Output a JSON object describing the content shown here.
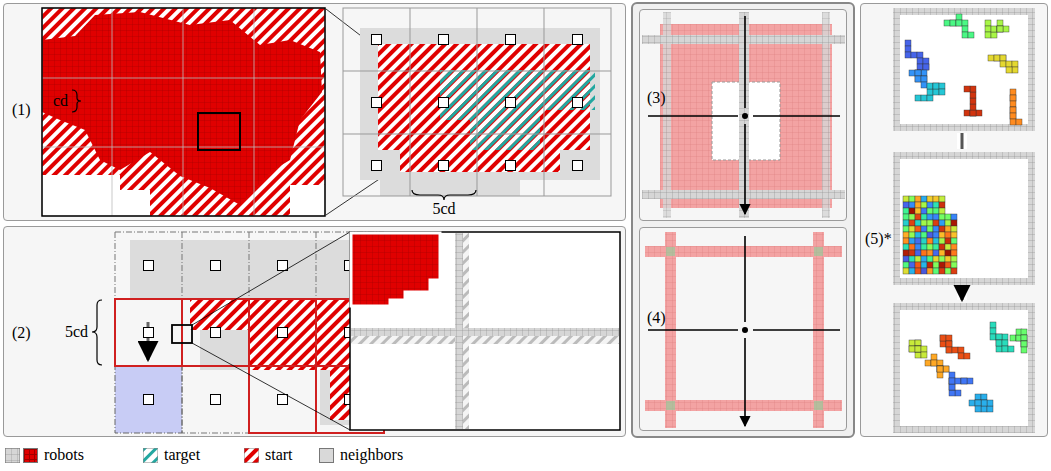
{
  "diagram": {
    "nodes": [
      {
        "text": [
          "(1)"
        ]
      },
      {
        "text": [
          "(2)"
        ]
      },
      {
        "text": [
          "(3)"
        ]
      },
      {
        "text": [
          "(4)"
        ]
      },
      {
        "text": [
          "(5)*"
        ]
      }
    ],
    "labels": [
      "cd",
      "5cd",
      "5cd"
    ],
    "legend": [
      {
        "text": "robots",
        "color": "#e00000"
      },
      {
        "text": "target"
      },
      {
        "text": "start"
      },
      {
        "text": "neighbors",
        "color": "#d9d9d9"
      }
    ]
  }
}
